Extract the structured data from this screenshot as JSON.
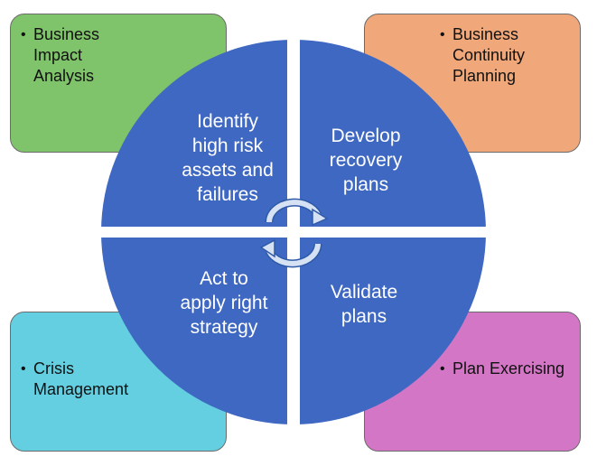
{
  "corners": {
    "top_left": {
      "label": "Business\nImpact\nAnalysis"
    },
    "top_right": {
      "label": "Business\nContinuity\nPlanning"
    },
    "bottom_left": {
      "label": "Crisis\nManagement"
    },
    "bottom_right": {
      "label": "Plan Exercising"
    }
  },
  "bullet": "•",
  "quadrants": {
    "top_left": "Identify\nhigh risk\nassets and\nfailures",
    "top_right": "Develop\nrecovery\nplans",
    "bottom_left": "Act to\napply right\nstrategy",
    "bottom_right": "Validate\nplans"
  },
  "colors": {
    "circle": "#3f68c2",
    "top_left_box": "#7fc36a",
    "top_right_box": "#f0a77a",
    "bottom_left_box": "#63cfe0",
    "bottom_right_box": "#d376c6",
    "cycle_arrows": "#d6e2f4"
  },
  "icons": {
    "center": "cycle-arrows-icon"
  }
}
